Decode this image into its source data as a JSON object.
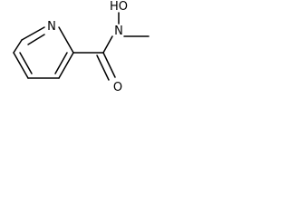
{
  "molecule": {
    "atoms": {
      "ring_n": "N",
      "carbonyl_o": "O",
      "amide_n": "N",
      "hydroxyl": "HO"
    }
  }
}
